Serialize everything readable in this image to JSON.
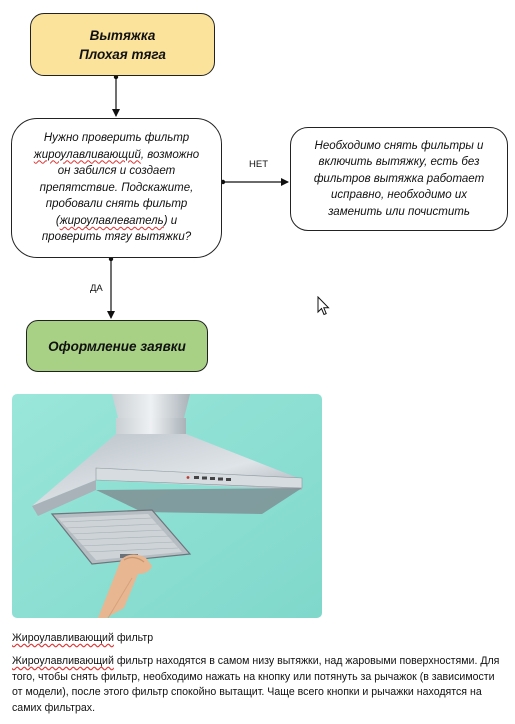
{
  "flowchart": {
    "start": {
      "line1": "Вытяжка",
      "line2": "Плохая тяга"
    },
    "question": {
      "l1": "Нужно проверить фильтр",
      "l2a": "жироулавливающий",
      "l2b": ", возможно",
      "l3": "он забился и создает",
      "l4": "препятствие. Подскажите,",
      "l5": "пробовали снять фильтр",
      "l6a": "(",
      "l6b": "жироулавлеватель",
      "l6c": ") и",
      "l7": "проверить тягу вытяжки?"
    },
    "no_box": {
      "l1": "Необходимо снять фильтры и",
      "l2": "включить вытяжку, есть без",
      "l3": "фильтров вытяжка работает",
      "l4": "исправно, необходимо их",
      "l5": "заменить или почистить"
    },
    "label_no": "НЕТ",
    "label_yes": "ДА",
    "end": {
      "label": "Оформление заявки"
    }
  },
  "colors": {
    "start_fill": "#fbe39b",
    "end_fill": "#a8d185",
    "photo_background": "#8fe0d4"
  },
  "article": {
    "caption_a": "Жироулавливающий",
    "caption_b": " фильтр",
    "desc_a": "Жироулавливающий",
    "desc_b": " фильтр находятся в самом низу вытяжки, над жаровыми поверхностями. Для того, чтобы снять фильтр, необходимо нажать на кнопку или потянуть за рычажок (в зависимости от модели), после этого фильтр спокойно вытащит. Чаще всего кнопки и рычажки находятся на самих фильтрах."
  }
}
